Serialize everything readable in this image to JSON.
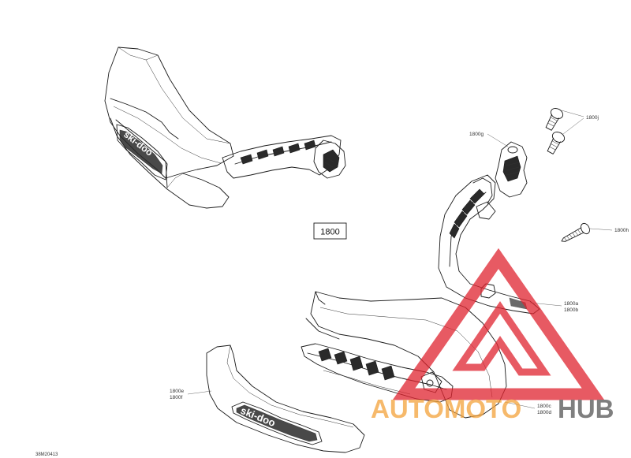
{
  "diagram": {
    "assembly_number": "1800",
    "figure_code": "38M20413",
    "callouts": [
      {
        "id": "j",
        "lines": [
          "1800j"
        ]
      },
      {
        "id": "g",
        "lines": [
          "1800g"
        ]
      },
      {
        "id": "h",
        "lines": [
          "1800h"
        ]
      },
      {
        "id": "ab",
        "lines": [
          "1800a",
          "1800b"
        ]
      },
      {
        "id": "ef",
        "lines": [
          "1800e",
          "1800f"
        ]
      },
      {
        "id": "cd",
        "lines": [
          "1800c",
          "1800d"
        ]
      }
    ],
    "brand_lettering": [
      "ski-doo",
      "ski-doo"
    ]
  },
  "watermark": {
    "text_light": "AUTOMOTO",
    "text_dark": "HUB",
    "colors": {
      "red": "#e0242f",
      "orange": "#f4a23a",
      "gray": "#555555"
    }
  }
}
